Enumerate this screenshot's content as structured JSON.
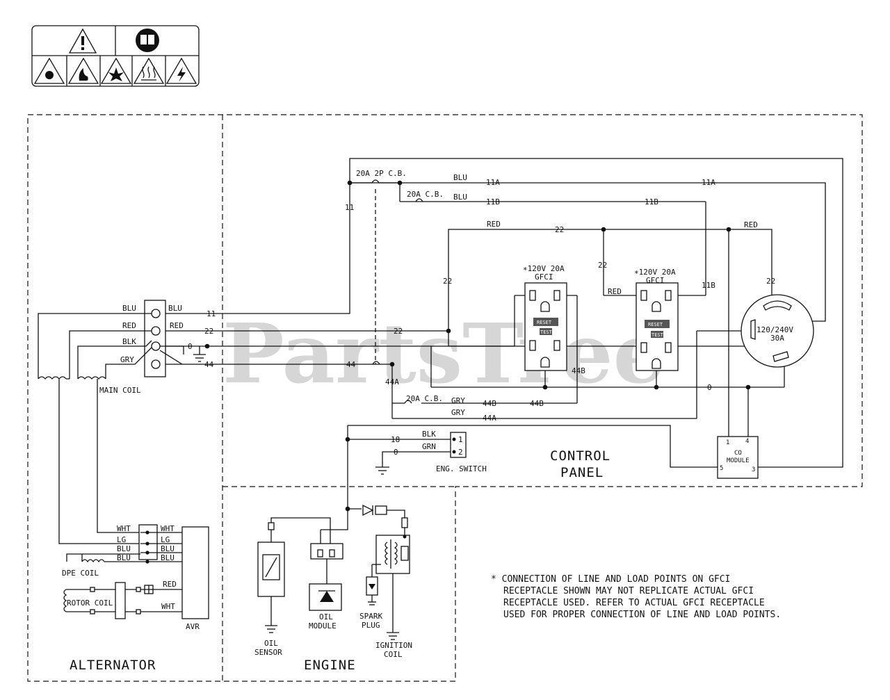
{
  "watermark": "PartsTree",
  "sections": {
    "alternator": "ALTERNATOR",
    "engine": "ENGINE",
    "control_panel_line1": "CONTROL",
    "control_panel_line2": "PANEL"
  },
  "warning_icons": [
    "warning-triangle-icon",
    "read-manual-icon",
    "toxic-fumes-icon",
    "fire-icon",
    "explosion-icon",
    "hot-surface-icon",
    "electric-shock-icon"
  ],
  "terminal_block": {
    "left_labels": [
      "BLU",
      "RED",
      "BLK",
      "GRY"
    ],
    "right_labels": [
      "BLU",
      "RED"
    ],
    "caption": "MAIN COIL"
  },
  "wires": {
    "w11": "11",
    "w22": "22",
    "w0": "0",
    "w44": "44",
    "w44a": "44A",
    "w44b": "44B",
    "w11a": "11A",
    "w11b": "11B",
    "w18": "18"
  },
  "breakers": {
    "two_pole": "20A 2P C.B.",
    "cb_11b": "20A C.B.",
    "cb_44b": "20A C.B."
  },
  "colors": {
    "blu": "BLU",
    "red": "RED",
    "gry": "GRY",
    "blk": "BLK",
    "grn": "GRN",
    "wht": "WHT",
    "lg": "LG"
  },
  "gfci": {
    "rating": "∗120V 20A",
    "name": "GFCI",
    "reset": "RESET",
    "test": "TEST"
  },
  "twist_lock": {
    "line1": "120/240V",
    "line2": "30A"
  },
  "eng_switch": {
    "label": "ENG. SWITCH",
    "pin1": "1",
    "pin2": "2"
  },
  "co_module": {
    "label1": "CO",
    "label2": "MODULE",
    "p1": "1",
    "p4": "4",
    "p5": "5",
    "p3": "3"
  },
  "alternator_parts": {
    "dpe_coil": "DPE COIL",
    "rotor_coil": "ROTOR COIL",
    "avr": "AVR"
  },
  "engine_parts": {
    "oil_sensor_1": "OIL",
    "oil_sensor_2": "SENSOR",
    "oil_module_1": "OIL",
    "oil_module_2": "MODULE",
    "spark_plug_1": "SPARK",
    "spark_plug_2": "PLUG",
    "ignition_coil_1": "IGNITION",
    "ignition_coil_2": "COIL"
  },
  "note": {
    "line1": "* CONNECTION OF LINE AND LOAD POINTS ON GFCI",
    "line2": "RECEPTACLE SHOWN MAY NOT REPLICATE ACTUAL GFCI",
    "line3": "RECEPTACLE USED.  REFER TO ACTUAL GFCI RECEPTACLE",
    "line4": "USED FOR PROPER CONNECTION OF LINE AND LOAD POINTS."
  }
}
